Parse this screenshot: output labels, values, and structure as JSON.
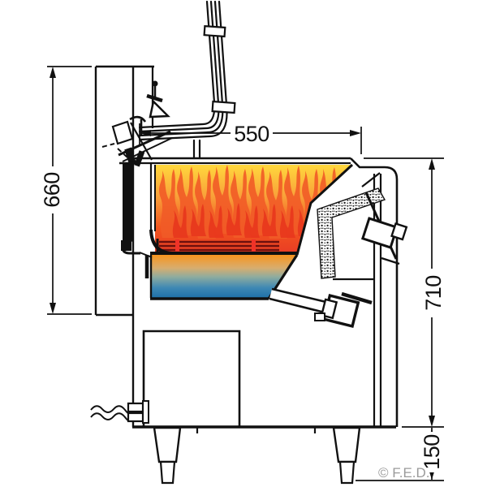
{
  "diagram": {
    "dimensions": {
      "top_width": "550",
      "left_height": "660",
      "right_height": "710",
      "leg_height": "150"
    },
    "watermark": "© F.E.D."
  },
  "colors": {
    "line": "#111111",
    "flame_top": "#ffd83c",
    "flame_mid": "#f9a23a",
    "flame_low": "#f2551f",
    "flame_deep": "#e93a25",
    "flame_tongue": "#f15b27",
    "flame_tongue_inner": "#e8371d",
    "burner_stripe": "#6e100e",
    "burner_tick": "#f03228",
    "cool_top": "#f7941e",
    "cool_tan": "#d8ad6e",
    "cool_sage": "#8fac9e",
    "cool_blue": "#3e88b4",
    "cool_deep": "#1c6fa8",
    "watermark": "#9b9b9b"
  }
}
